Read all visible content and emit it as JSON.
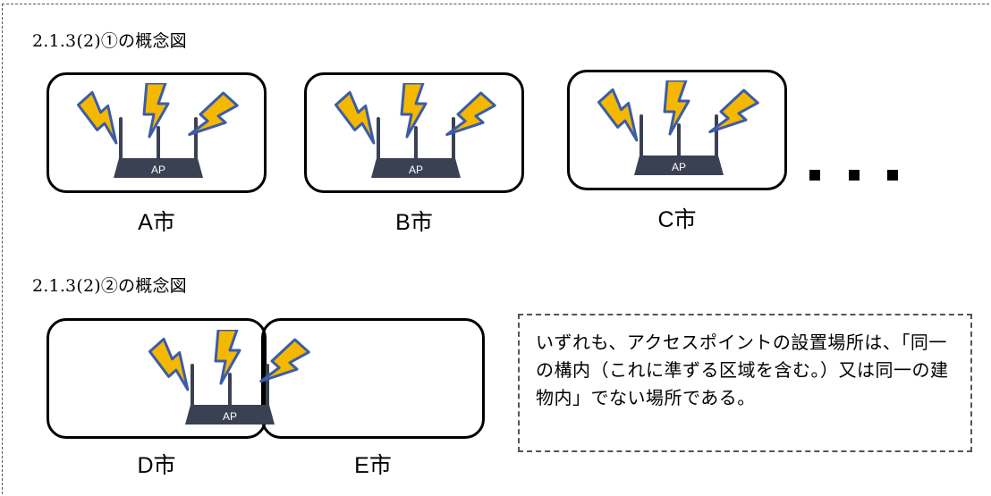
{
  "diagram1": {
    "heading": "2.1.3(2)①の概念図",
    "cities": [
      {
        "name": "A市"
      },
      {
        "name": "B市"
      },
      {
        "name": "C市"
      }
    ]
  },
  "diagram2": {
    "heading": "2.1.3(2)②の概念図",
    "cities": [
      {
        "name": "D市"
      },
      {
        "name": "E市"
      }
    ]
  },
  "ap_label": "AP",
  "note_text": "いずれも、アクセスポイントの設置場所は、「同一の構内（これに準ずる区域を含む。）又は同一の建物内」でない場所である。",
  "colors": {
    "bolt_fill": "#F5B800",
    "bolt_stroke": "#3B5CA8",
    "router_body": "#3A4152",
    "box_border": "#000000",
    "frame_border": "#555555"
  }
}
